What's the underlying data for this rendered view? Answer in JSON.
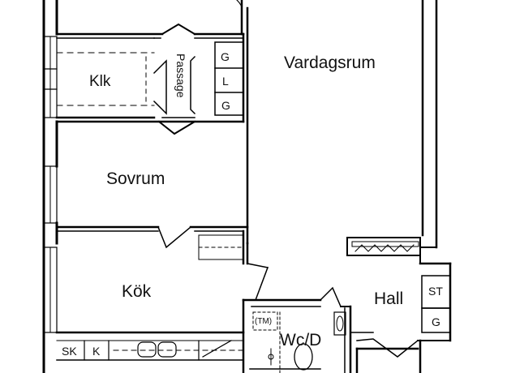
{
  "rooms": {
    "vardagsrum": "Vardagsrum",
    "klk": "Klk",
    "passage": "Passage",
    "sovrum": "Sovrum",
    "kok": "Kök",
    "hall": "Hall",
    "wcd": "Wc/D"
  },
  "fixtures": {
    "g1": "G",
    "l": "L",
    "g2": "G",
    "st": "ST",
    "g3": "G",
    "tm": "(TM)",
    "sk": "SK",
    "k": "K"
  },
  "colors": {
    "wall": "#000000",
    "background": "#ffffff"
  }
}
